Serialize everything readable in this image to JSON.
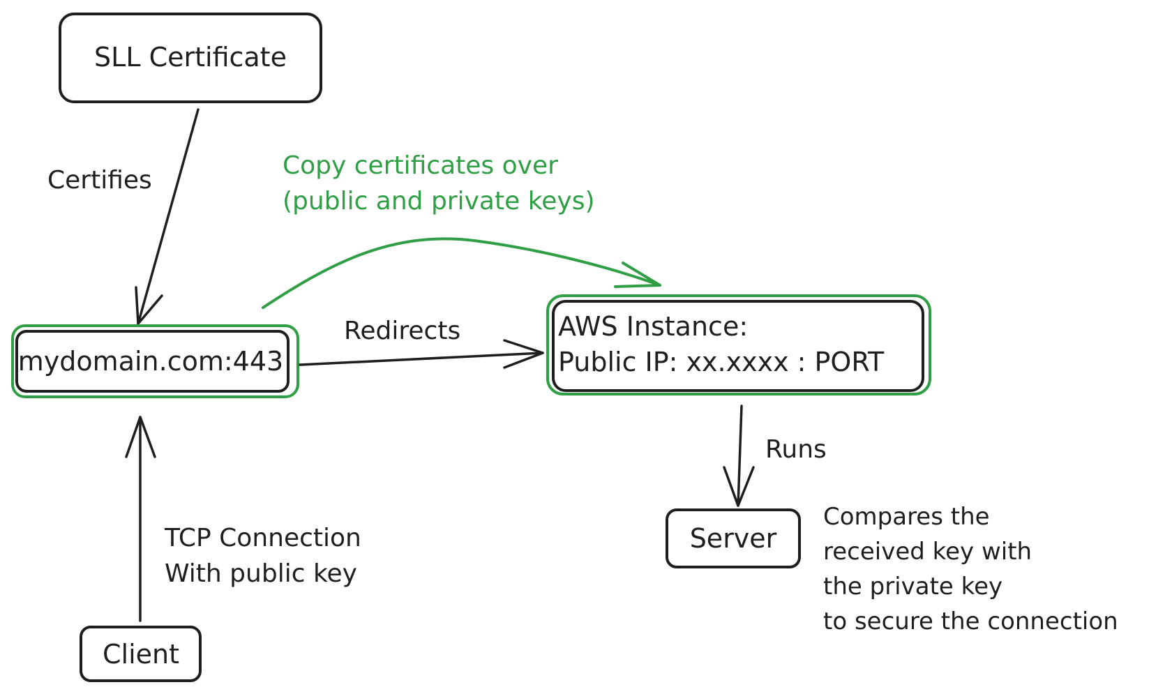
{
  "nodes": {
    "ssl_certificate": "SLL Certificate",
    "domain": "mydomain.com:443",
    "aws_instance_line1": "AWS Instance:",
    "aws_instance_line2": "Public IP: xx.xxxx : PORT",
    "server": "Server",
    "client": "Client"
  },
  "edges": {
    "certifies": "Certifies",
    "redirects": "Redirects",
    "runs": "Runs",
    "copy_line1": "Copy certificates over",
    "copy_line2": "(public and private keys)",
    "tcp_line1": "TCP Connection",
    "tcp_line2": "With public key"
  },
  "notes": {
    "server_note": [
      "Compares the",
      "received key with",
      "the private key",
      "to secure the connection"
    ]
  },
  "colors": {
    "stroke": "#1e1e1e",
    "highlight": "#2f9e44",
    "background": "#ffffff"
  }
}
